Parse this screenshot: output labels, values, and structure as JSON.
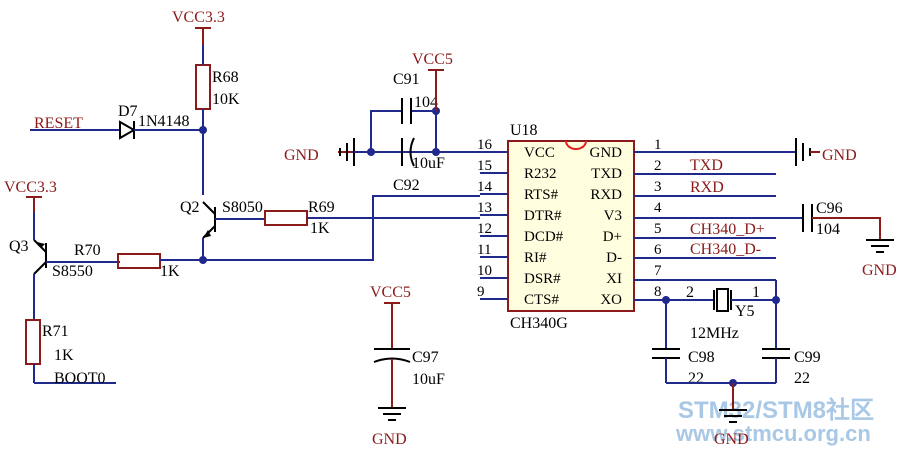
{
  "watermark": {
    "line1": "STM32/STM8社区",
    "line2": "www.stmcu.org.cn"
  },
  "power": {
    "vcc33_r68": "VCC3.3",
    "vcc33_q3": "VCC3.3",
    "vcc5_c91": "VCC5",
    "vcc5_c97": "VCC5",
    "gnd_left": "GND",
    "gnd_right": "GND",
    "gnd_c96": "GND",
    "gnd_c97": "GND",
    "gnd_xtal": "GND"
  },
  "nets": {
    "reset": "RESET",
    "boot0": "BOOT0",
    "txd": "TXD",
    "rxd": "RXD",
    "dplus": "CH340_D+",
    "dminus": "CH340_D-"
  },
  "components": {
    "r68": {
      "ref": "R68",
      "value": "10K"
    },
    "r69": {
      "ref": "R69",
      "value": "1K"
    },
    "r70": {
      "ref": "R70",
      "value": "1K"
    },
    "r71": {
      "ref": "R71",
      "value": "1K"
    },
    "d7": {
      "ref": "D7",
      "value": "1N4148"
    },
    "q2": {
      "ref": "Q2",
      "value": "S8050"
    },
    "q3": {
      "ref": "Q3",
      "value": "S8550"
    },
    "c91": {
      "ref": "C91",
      "value": "104"
    },
    "c92": {
      "ref": "C92",
      "value": "10uF"
    },
    "c96": {
      "ref": "C96",
      "value": "104"
    },
    "c97": {
      "ref": "C97",
      "value": "10uF"
    },
    "c98": {
      "ref": "C98",
      "value": "22"
    },
    "c99": {
      "ref": "C99",
      "value": "22"
    },
    "y5": {
      "ref": "Y5",
      "value": "12MHz",
      "pin1": "1",
      "pin2": "2"
    }
  },
  "ic": {
    "ref": "U18",
    "part": "CH340G",
    "left_pins": [
      {
        "num": "16",
        "name": "VCC"
      },
      {
        "num": "15",
        "name": "R232"
      },
      {
        "num": "14",
        "name": "RTS#"
      },
      {
        "num": "13",
        "name": "DTR#"
      },
      {
        "num": "12",
        "name": "DCD#"
      },
      {
        "num": "11",
        "name": "RI#"
      },
      {
        "num": "10",
        "name": "DSR#"
      },
      {
        "num": "9",
        "name": "CTS#"
      }
    ],
    "right_pins": [
      {
        "num": "1",
        "name": "GND"
      },
      {
        "num": "2",
        "name": "TXD"
      },
      {
        "num": "3",
        "name": "RXD"
      },
      {
        "num": "4",
        "name": "V3"
      },
      {
        "num": "5",
        "name": "D+"
      },
      {
        "num": "6",
        "name": "D-"
      },
      {
        "num": "7",
        "name": "XI"
      },
      {
        "num": "8",
        "name": "XO"
      }
    ]
  }
}
